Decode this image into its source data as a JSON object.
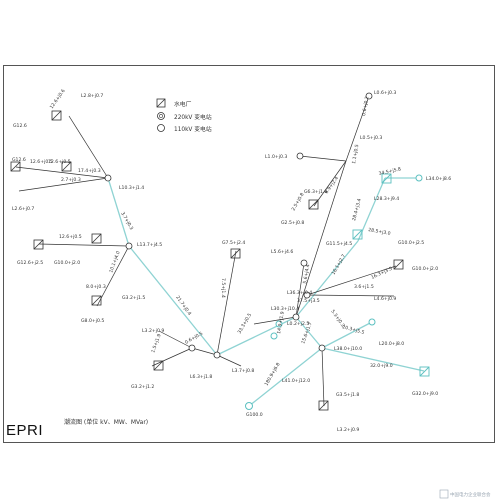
{
  "legend": {
    "hydro_label": "水电厂",
    "kv220_label": "220kV 变电站",
    "kv110_label": "110kV 变电站"
  },
  "logo_text": "EPRI",
  "caption": "潮流图 (单位 kV、MW、MVar)",
  "watermark": "中国电力企业联合会",
  "colors": {
    "line_black": "#333333",
    "line_cyan": "#8fd3d3",
    "node_cyan": "#5bc0c0"
  },
  "node_labels": [
    "L2.8+j0.7",
    "12.6+j0.6",
    "G12.6",
    "G12.6",
    "12.6+j0.5",
    "12.6+j0.5",
    "17.4+j0.3",
    "2.7+j0.3",
    "L10.3+j1.4",
    "L2.6+j0.7",
    "3.7+j0.3",
    "L13.7+j4.5",
    "12.6+j0.5",
    "G12.6+j2.5",
    "G10.0+j2.0",
    "10.1+j4.0",
    "8.0+j0.3",
    "G3.2+j1.5",
    "G8.0+j0.5",
    "7.5+j1.4",
    "21.7+j0.4",
    "G7.5+j2.4",
    "L3.2+j0.9",
    "G3.2+j1.2",
    "0.6+j0.5",
    "L6.3+j1.8",
    "1.5+j1.9",
    "L3.7+j0.8",
    "33.3+j0.5",
    "L0.6+j0.3",
    "0.6+j0.2",
    "L0.5+j0.3",
    "1.1+j0.5",
    "L1.0+j0.3",
    "G6.3+j1.8",
    "6.9+j2.4",
    "G2.5+j0.8",
    "2.5+j0.8",
    "34.5+j5.8",
    "L34.0+j8.6",
    "L28.3+j9.4",
    "28.4+j3.4",
    "G11.5+j4.5",
    "28.5+j3.0",
    "G10.0+j2.5",
    "L5.6+j4.6",
    "5.6+j4.4",
    "16.3+j3.5",
    "G10.0+j2.0",
    "16.1+j2.7",
    "3.6+j1.5",
    "L4.6+j0.9",
    "L30.3+j10.4",
    "L36.3+j0.4",
    "37.5+j3.5",
    "L0.2+j2.5",
    "5.3+j0.3",
    "20.3+j5.5",
    "L20.0+j8.0",
    "L38.0+j10.0",
    "32.0+j9.0",
    "G32.0+j9.0",
    "L41.0+j12.0",
    "180.9+j6.8",
    "G100.0",
    "G3.5+j1.8",
    "L3.2+j0.9",
    "14.9+j1.9",
    "15.6+j1.7"
  ]
}
